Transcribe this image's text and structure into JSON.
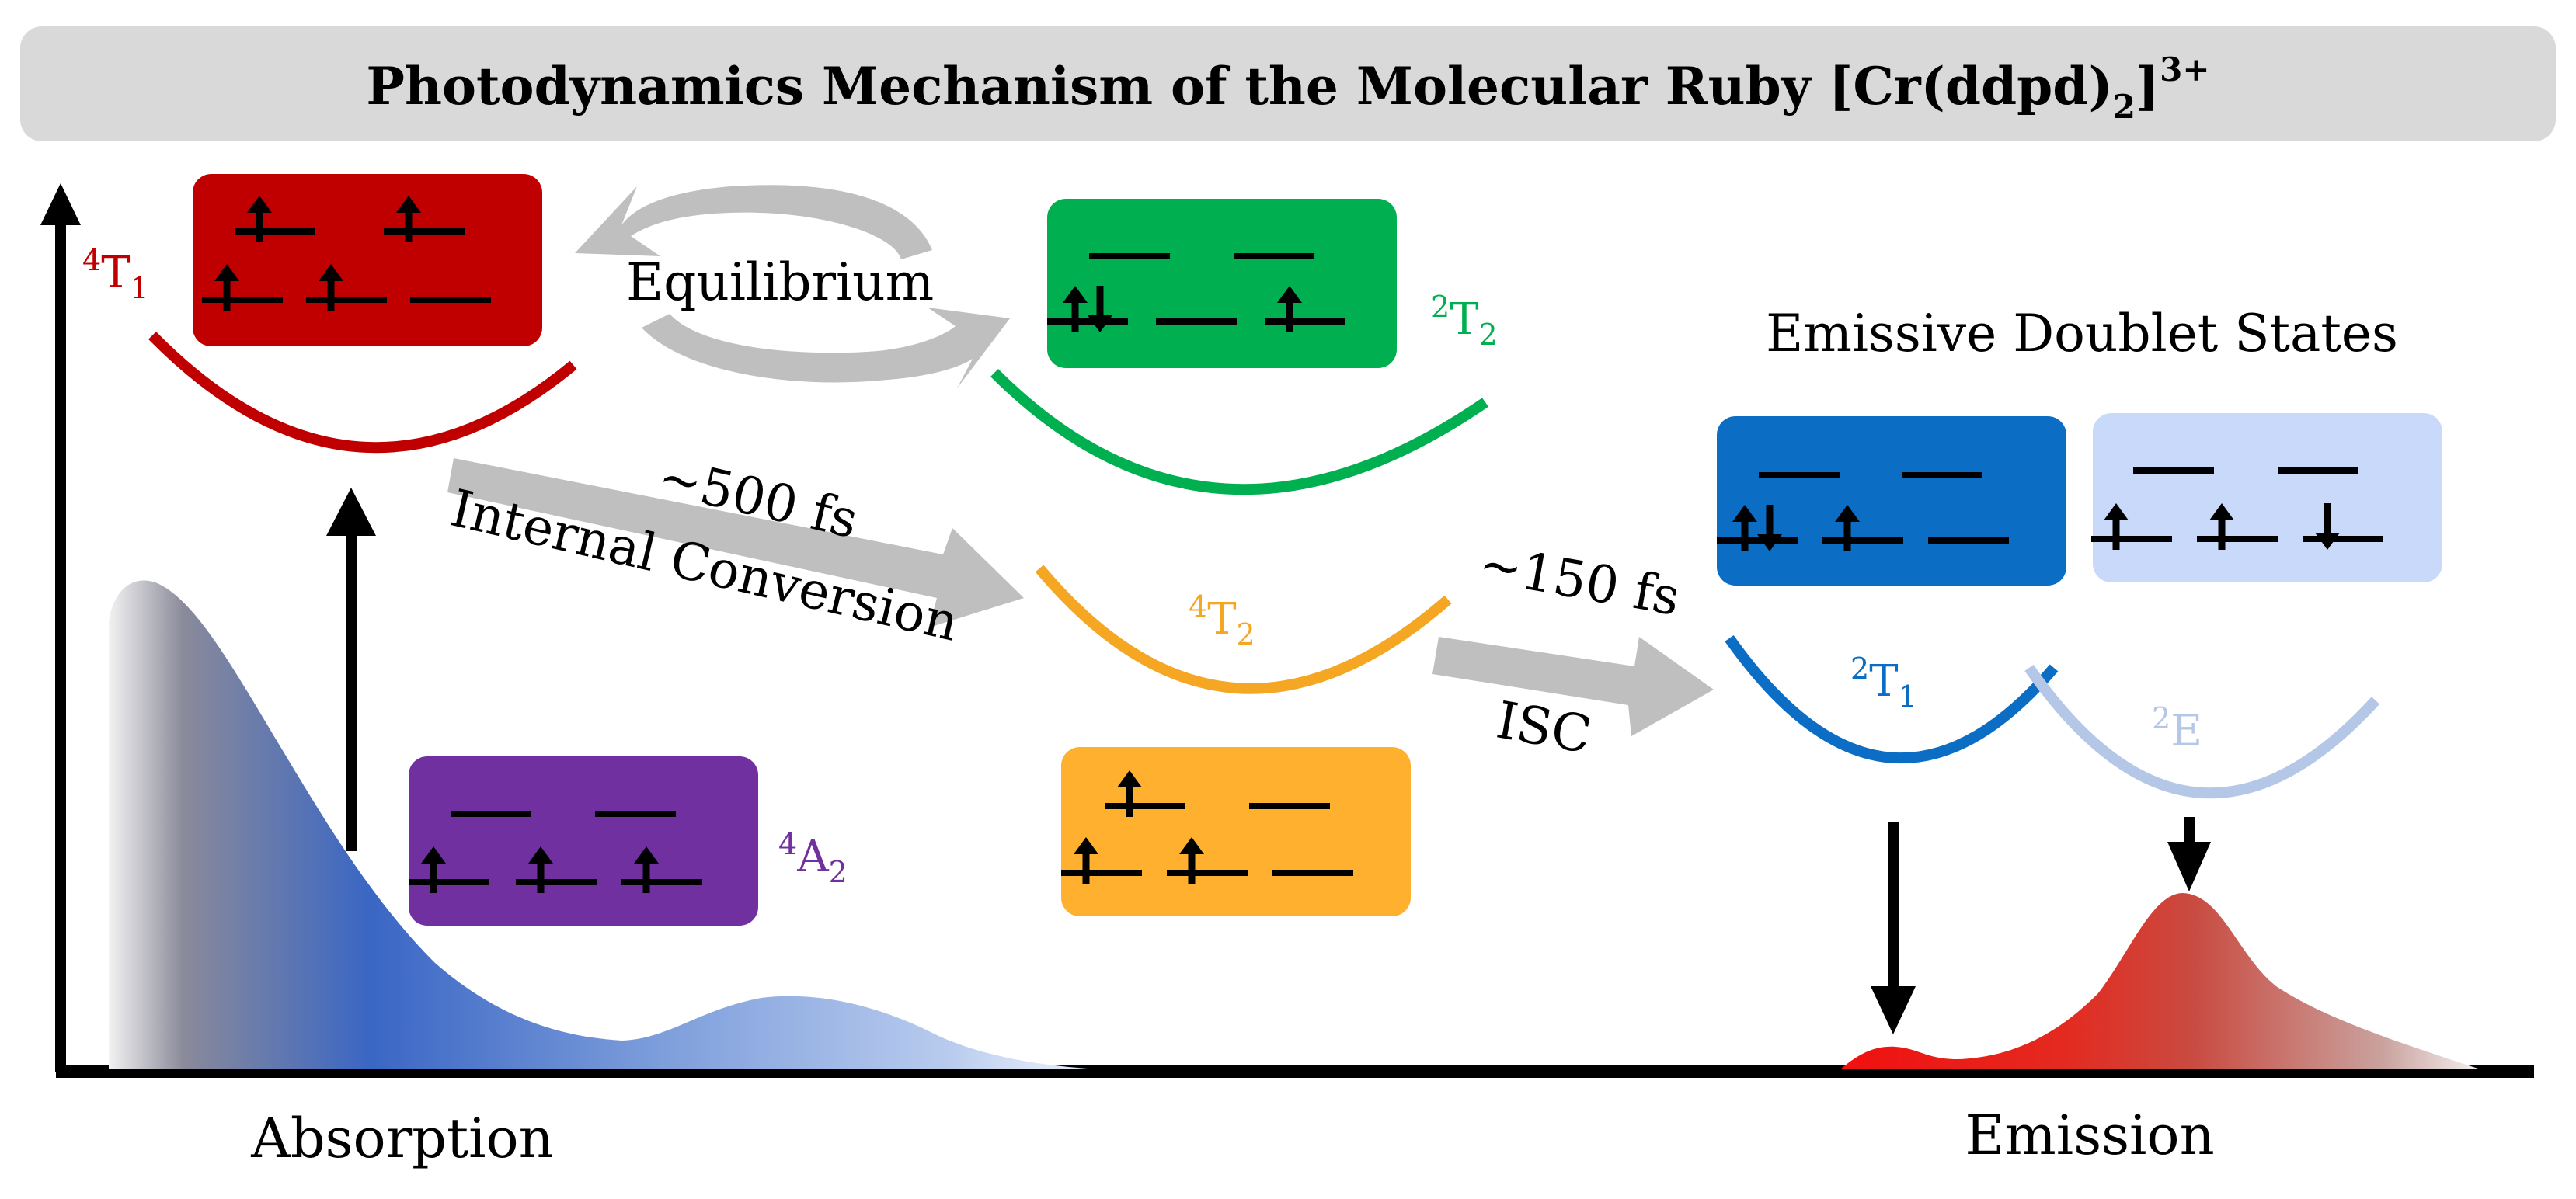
{
  "title": {
    "main": "Photodynamics Mechanism of the Molecular Ruby [Cr(ddpd)",
    "sub": "2",
    "close": "]",
    "sup": "3+"
  },
  "labels": {
    "absorption": "Absorption",
    "emission": "Emission",
    "equilibrium": "Equilibrium",
    "internal_conversion": "Internal Conversion",
    "ic_time": "~500 fs",
    "isc": "ISC",
    "isc_time": "~150 fs",
    "emissive": "Emissive Doublet States"
  },
  "states": {
    "T1_4": {
      "sup": "4",
      "base": "T",
      "sub": "1",
      "color": "#c00000"
    },
    "T2_2": {
      "sup": "2",
      "base": "T",
      "sub": "2",
      "color": "#00b050"
    },
    "T2_4": {
      "sup": "4",
      "base": "T",
      "sub": "2",
      "color": "#f5a623"
    },
    "A2_4": {
      "sup": "4",
      "base": "A",
      "sub": "2",
      "color": "#7030a0"
    },
    "T1_2": {
      "sup": "2",
      "base": "T",
      "sub": "1",
      "color": "#0b6ec4"
    },
    "E_2": {
      "sup": "2",
      "base": "E",
      "sub": "",
      "color": "#b4c7e7"
    }
  },
  "colors": {
    "arrow_gray": "#bfbfbf",
    "title_bg": "#d9d9d9",
    "box_4T1": "#c00000",
    "box_2T2": "#00b050",
    "box_4T2": "#ffb02e",
    "box_4A2": "#7030a0",
    "box_2T1": "#0b6ec4",
    "box_2E": "#c9d9f9",
    "absorption_blue": "#4472c4",
    "emission_red": "#e8221e"
  }
}
